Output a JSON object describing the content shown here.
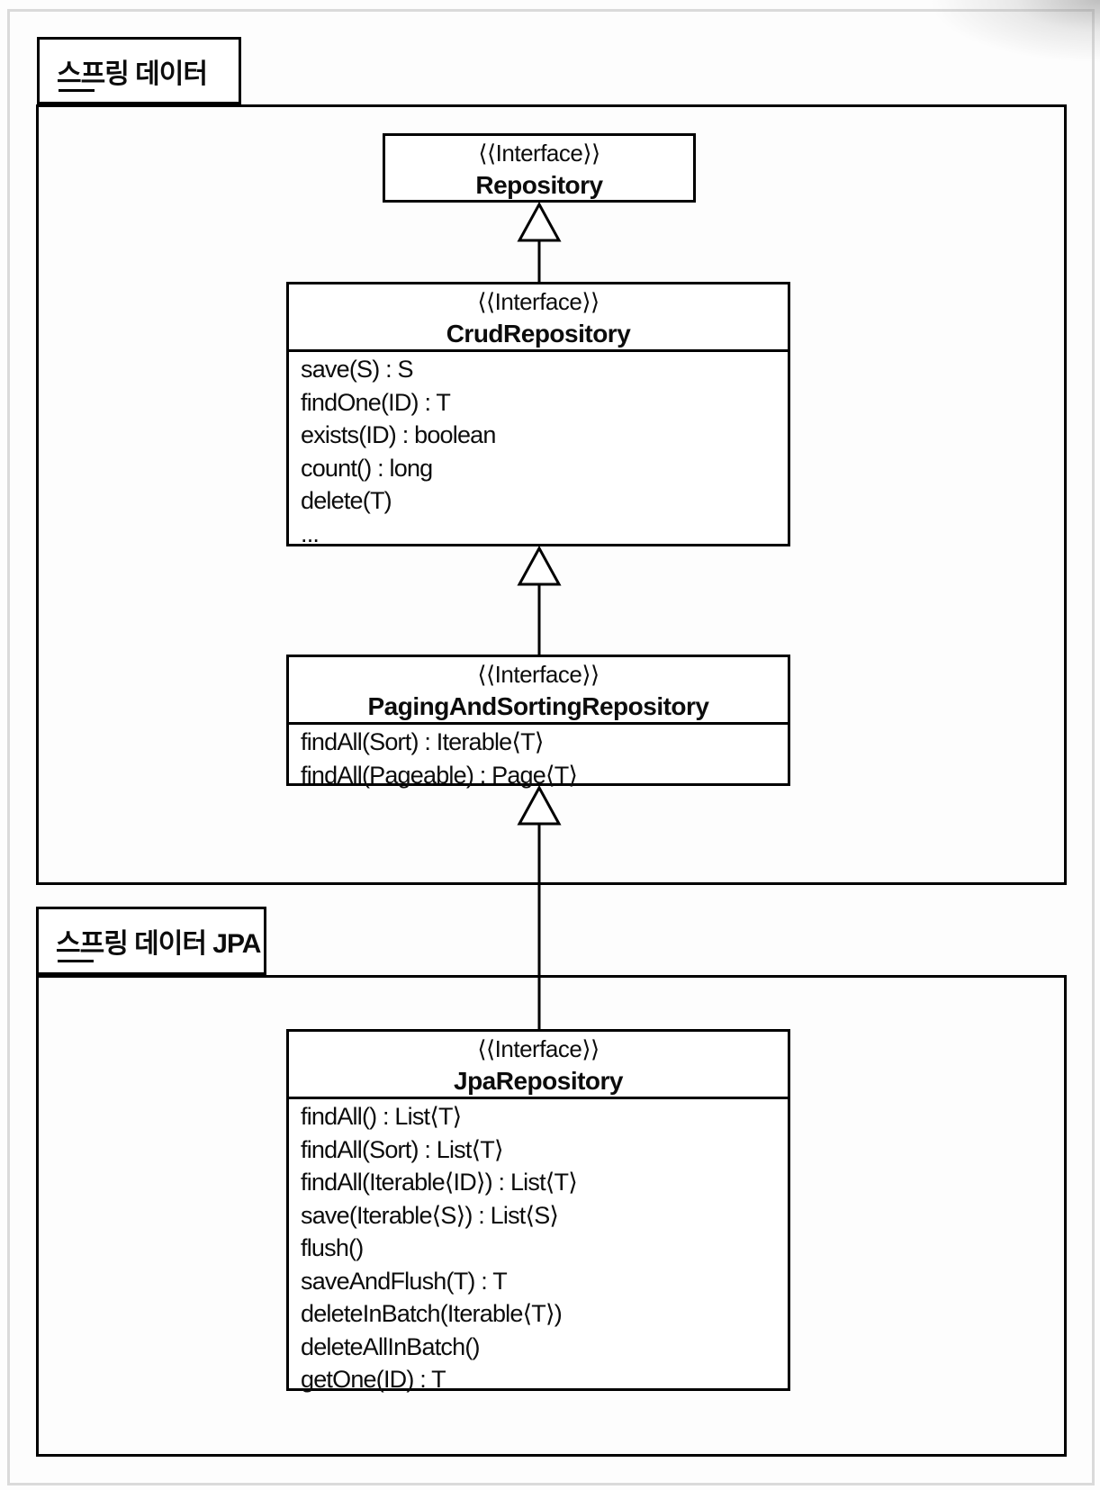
{
  "diagram": {
    "kind": "uml-class-diagram",
    "colors": {
      "line": "#000000",
      "background": "#ffffff",
      "page_border": "#dadada"
    },
    "frames": [
      {
        "id": "spring-data",
        "label": "스프링 데이터",
        "classes": [
          {
            "id": "repository",
            "stereotype": "⟨⟨Interface⟩⟩",
            "name": "Repository",
            "methods": []
          },
          {
            "id": "crud-repository",
            "stereotype": "⟨⟨Interface⟩⟩",
            "name": "CrudRepository",
            "methods": [
              "save(S) : S",
              "findOne(ID) : T",
              "exists(ID) : boolean",
              "count() : long",
              "delete(T)",
              "..."
            ]
          },
          {
            "id": "paging-and-sorting-repository",
            "stereotype": "⟨⟨Interface⟩⟩",
            "name": "PagingAndSortingRepository",
            "methods": [
              "findAll(Sort) : Iterable⟨T⟩",
              "findAll(Pageable) : Page⟨T⟩"
            ]
          }
        ]
      },
      {
        "id": "spring-data-jpa",
        "label": "스프링 데이터 JPA",
        "classes": [
          {
            "id": "jpa-repository",
            "stereotype": "⟨⟨Interface⟩⟩",
            "name": "JpaRepository",
            "methods": [
              "findAll() : List⟨T⟩",
              "findAll(Sort) : List⟨T⟩",
              "findAll(Iterable⟨ID⟩) : List⟨T⟩",
              "save(Iterable⟨S⟩) : List⟨S⟩",
              "flush()",
              "saveAndFlush(T) : T",
              "deleteInBatch(Iterable⟨T⟩)",
              "deleteAllInBatch()",
              "getOne(ID) : T"
            ]
          }
        ]
      }
    ],
    "relations": [
      {
        "type": "generalization",
        "from": "CrudRepository",
        "to": "Repository"
      },
      {
        "type": "generalization",
        "from": "PagingAndSortingRepository",
        "to": "CrudRepository"
      },
      {
        "type": "generalization",
        "from": "JpaRepository",
        "to": "PagingAndSortingRepository"
      }
    ]
  }
}
